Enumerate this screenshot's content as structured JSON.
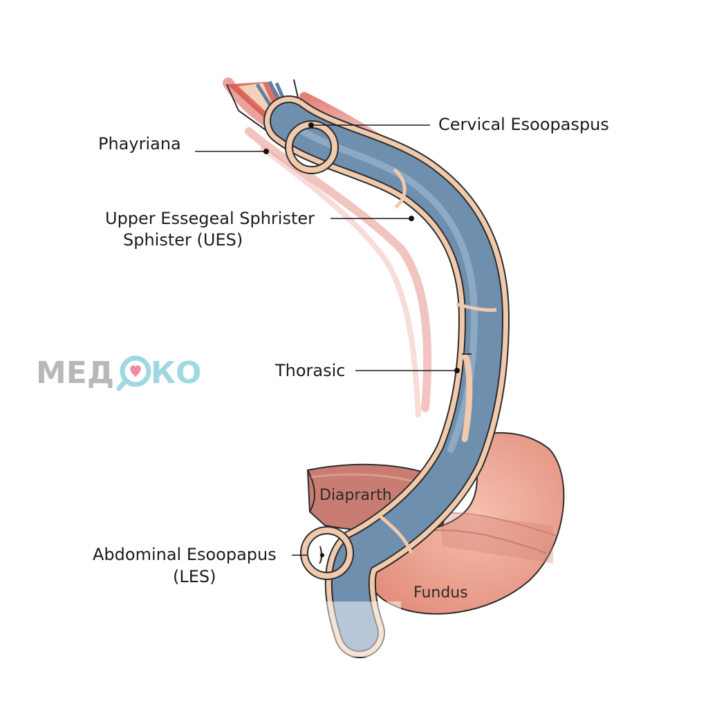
{
  "diagram": {
    "labels": {
      "cervical": "Cervical Esoopaspus",
      "pharynx": "Phayriana",
      "ues_line1": "Upper Essegeal Sphrister",
      "ues_line2": "Sphister (UES)",
      "thoracic": "Thorasic",
      "diaphragm": "Diaprarth",
      "abdominal_line1": "Abdominal Esoopapus",
      "abdominal_line2": "(LES)",
      "fundus": "Fundus"
    },
    "watermark": {
      "text_left": "МЕД",
      "text_right": "КО",
      "color_left": "#b8b8b8",
      "color_right": "#9fd8e0"
    },
    "colors": {
      "esophagus_fill": "#6f8fae",
      "esophagus_highlight": "#a6bfd6",
      "esophagus_wall": "#f1c9ac",
      "outline": "#2b2b2b",
      "stomach_fill": "#eba391",
      "diaphragm_fill": "#c97d72",
      "muscle_red": "#d9574a"
    }
  }
}
